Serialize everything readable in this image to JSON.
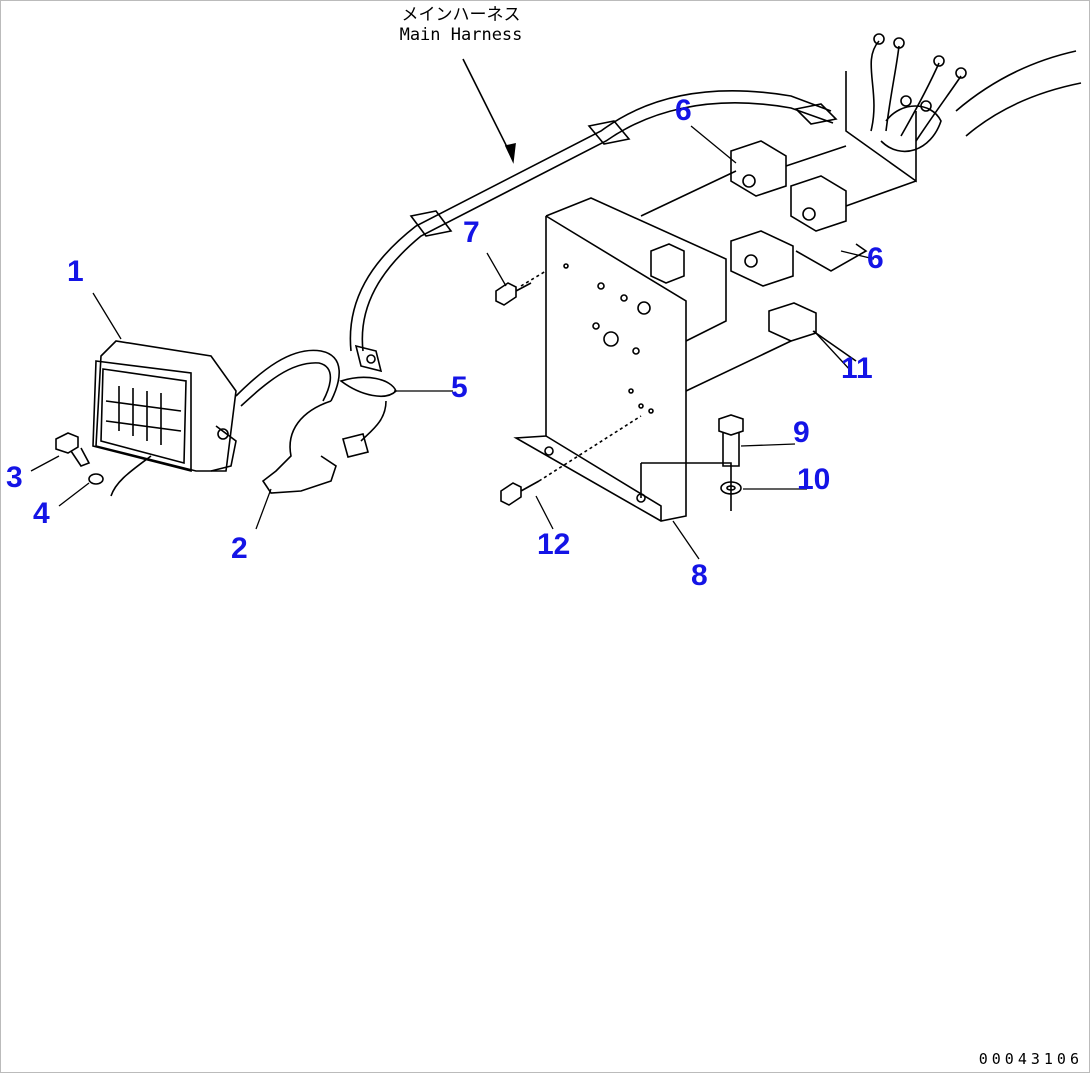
{
  "harness_label": {
    "jp": "メインハーネス",
    "en": "Main Harness"
  },
  "callouts": [
    {
      "id": "1",
      "label": "1"
    },
    {
      "id": "2",
      "label": "2"
    },
    {
      "id": "3",
      "label": "3"
    },
    {
      "id": "4",
      "label": "4"
    },
    {
      "id": "5",
      "label": "5"
    },
    {
      "id": "6a",
      "label": "6"
    },
    {
      "id": "6b",
      "label": "6"
    },
    {
      "id": "7",
      "label": "7"
    },
    {
      "id": "8",
      "label": "8"
    },
    {
      "id": "9",
      "label": "9"
    },
    {
      "id": "10",
      "label": "10"
    },
    {
      "id": "11",
      "label": "11"
    },
    {
      "id": "12",
      "label": "12"
    }
  ],
  "drawing_code": "00043106",
  "colors": {
    "callout": "#1414e6",
    "line": "#000000"
  }
}
